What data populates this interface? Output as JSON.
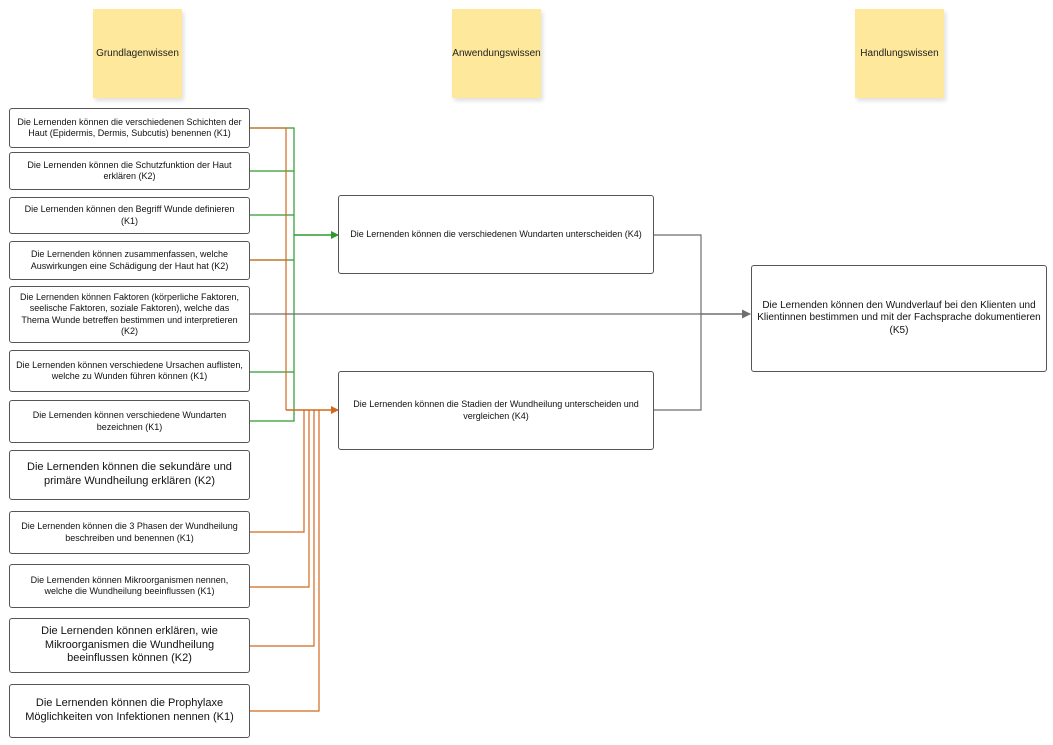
{
  "headers": {
    "basic": "Grundlagenwissen",
    "application": "Anwendungswissen",
    "action": "Handlungswissen"
  },
  "left_items": [
    "Die Lernenden können die verschiedenen Schichten der Haut (Epidermis, Dermis, Subcutis) benennen (K1)",
    "Die Lernenden können die Schutzfunktion der Haut erklären (K2)",
    "Die Lernenden können den Begriff Wunde definieren (K1)",
    "Die Lernenden können zusammenfassen, welche Auswirkungen eine Schädigung der Haut hat (K2)",
    "Die Lernenden können Faktoren (körperliche Faktoren, seelische Faktoren, soziale Faktoren), welche das Thema Wunde betreffen bestimmen und interpretieren (K2)",
    "Die Lernenden können verschiedene Ursachen auflisten, welche zu Wunden führen können (K1)",
    "Die Lernenden können verschiedene Wundarten bezeichnen (K1)",
    "Die Lernenden können die sekundäre und primäre Wundheilung erklären (K2)",
    "Die Lernenden können die 3 Phasen der Wundheilung beschreiben und benennen (K1)",
    "Die Lernenden können Mikroorganismen nennen, welche die Wundheilung beeinflussen (K1)",
    "Die Lernenden können erklären, wie Mikroorganismen die Wundheilung beeinflussen können (K2)",
    "Die Lernenden können die Prophylaxe Möglichkeiten von Infektionen nennen (K1)"
  ],
  "middle_items": [
    "Die Lernenden können die verschiedenen Wundarten unterscheiden (K4)",
    "Die Lernenden können die Stadien der Wundheilung unterscheiden und vergleichen (K4)"
  ],
  "right_item": "Die Lernenden können den Wundverlauf bei den Klienten und Klientinnen bestimmen und mit der Fachsprache dokumentieren (K5)",
  "colors": {
    "sticky": "#fde89b",
    "green_connector": "#2e9a2e",
    "orange_connector": "#d2691e",
    "gray_connector": "#6e6e6e",
    "box_border": "#555555"
  }
}
